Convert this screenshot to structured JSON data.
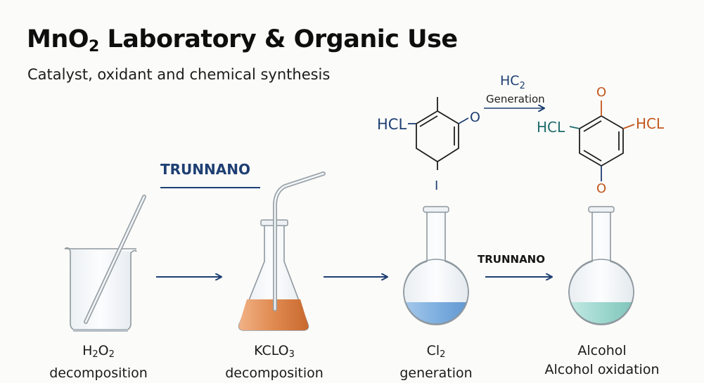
{
  "header": {
    "title_main": "MnO",
    "title_sub": "2",
    "title_rest": " Laboratory & Organic Use",
    "subtitle": "Catalyst, oxidant and chemical synthesis"
  },
  "brand": {
    "primary": "TRUNNANO",
    "secondary": "TRUNNANO"
  },
  "reaction": {
    "reagent_main": "HC",
    "reagent_sub": "2",
    "arrow_label": "Generation",
    "left_molecule": {
      "sub_left": "HCL",
      "sub_right": "O",
      "sub_bottom": "I"
    },
    "right_molecule": {
      "sub_top": "O",
      "sub_left": "HCL",
      "sub_right": "HCL",
      "sub_bottom": "O"
    }
  },
  "steps": [
    {
      "l1_main": "H",
      "l1_sub": "2",
      "l1_main2": "O",
      "l1_sub2": "2",
      "l2": "decomposition",
      "vessel": "beaker-empty-icon"
    },
    {
      "l1_main": "KCLO",
      "l1_sub": "3",
      "l2": "decomposition",
      "vessel": "erlenmeyer-flask-icon"
    },
    {
      "l1_main": "Cl",
      "l1_sub": "2",
      "l2": "generation",
      "vessel": "round-flask-blue-icon"
    },
    {
      "l1_main": "Alcohol",
      "l2": "Alcohol oxidation",
      "vessel": "round-flask-teal-icon"
    }
  ],
  "colors": {
    "navy": "#1e3f73",
    "orange_liquid": "#e08a50",
    "blue_liquid": "#7fb0e0",
    "teal_liquid": "#9fd8cf",
    "orange_label": "#c2571c",
    "teal_label": "#1e6b6b"
  }
}
